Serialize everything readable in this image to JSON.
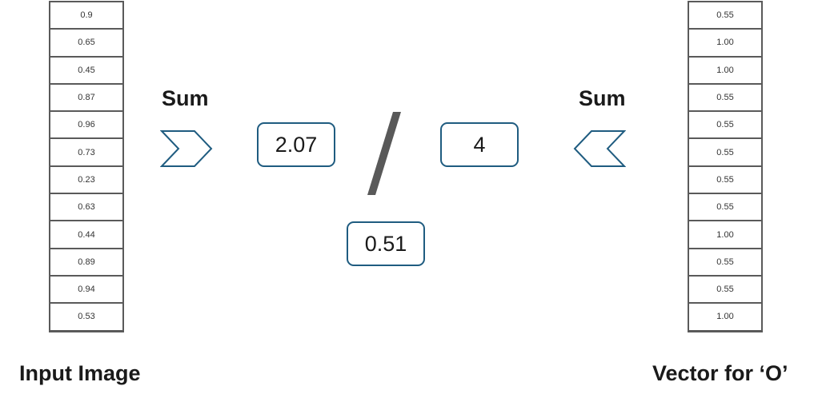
{
  "input_vector": {
    "values": [
      "0.9",
      "0.65",
      "0.45",
      "0.87",
      "0.96",
      "0.73",
      "0.23",
      "0.63",
      "0.44",
      "0.89",
      "0.94",
      "0.53"
    ],
    "caption": "Input Image"
  },
  "o_vector": {
    "values": [
      "0.55",
      "1.00",
      "1.00",
      "0.55",
      "0.55",
      "0.55",
      "0.55",
      "0.55",
      "1.00",
      "0.55",
      "0.55",
      "1.00"
    ],
    "caption": "Vector for ‘O’"
  },
  "operations": {
    "left_sum_label": "Sum",
    "right_sum_label": "Sum",
    "input_sum": "2.07",
    "vector_sum": "4",
    "result": "0.51"
  },
  "colors": {
    "box_border": "#1f5c80",
    "chevron_stroke": "#1f5c80",
    "cell_border": "#5a5a5a",
    "slash": "#595959"
  },
  "icons": {
    "left_chevron": "chevron-right-icon",
    "right_chevron": "chevron-left-icon",
    "divide": "division-slash"
  }
}
